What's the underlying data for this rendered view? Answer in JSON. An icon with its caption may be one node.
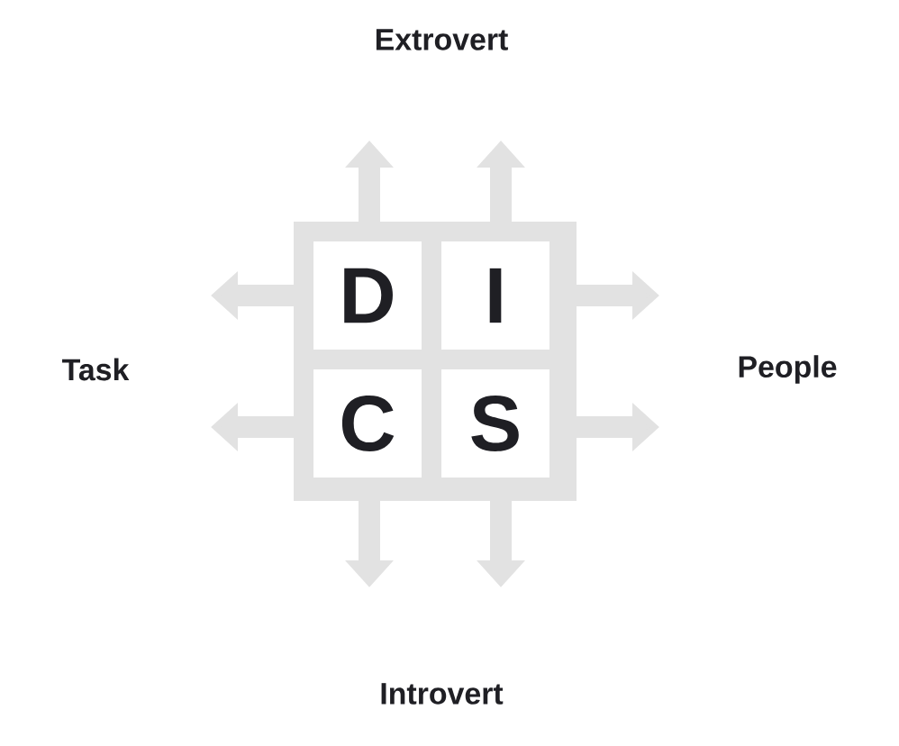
{
  "diagram": {
    "nodes": [
      {
        "text": [],
        "shape": "box"
      },
      {
        "text": [
          "D"
        ],
        "in": 0
      },
      {
        "text": [
          "I"
        ],
        "in": 0
      },
      {
        "text": [
          "C"
        ],
        "in": 0
      },
      {
        "text": [
          "S"
        ],
        "in": 0
      }
    ],
    "labels": [
      "Extrovert",
      "Task",
      "People",
      "Introvert"
    ]
  }
}
